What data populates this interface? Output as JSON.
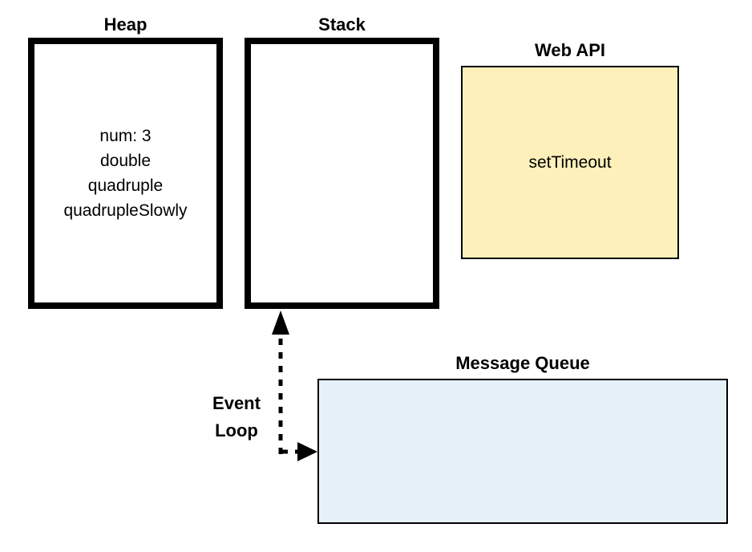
{
  "diagram": {
    "heap": {
      "title": "Heap",
      "items": [
        "num: 3",
        "double",
        "quadruple",
        "quadrupleSlowly"
      ]
    },
    "stack": {
      "title": "Stack"
    },
    "web_api": {
      "title": "Web API",
      "items": [
        "setTimeout"
      ],
      "fill": "#FDF0BA"
    },
    "message_queue": {
      "title": "Message Queue",
      "fill": "#E6F0F8"
    },
    "event_loop": {
      "label_line1": "Event",
      "label_line2": "Loop"
    },
    "colors": {
      "box_border": "#000000",
      "arrow": "#000000"
    }
  }
}
